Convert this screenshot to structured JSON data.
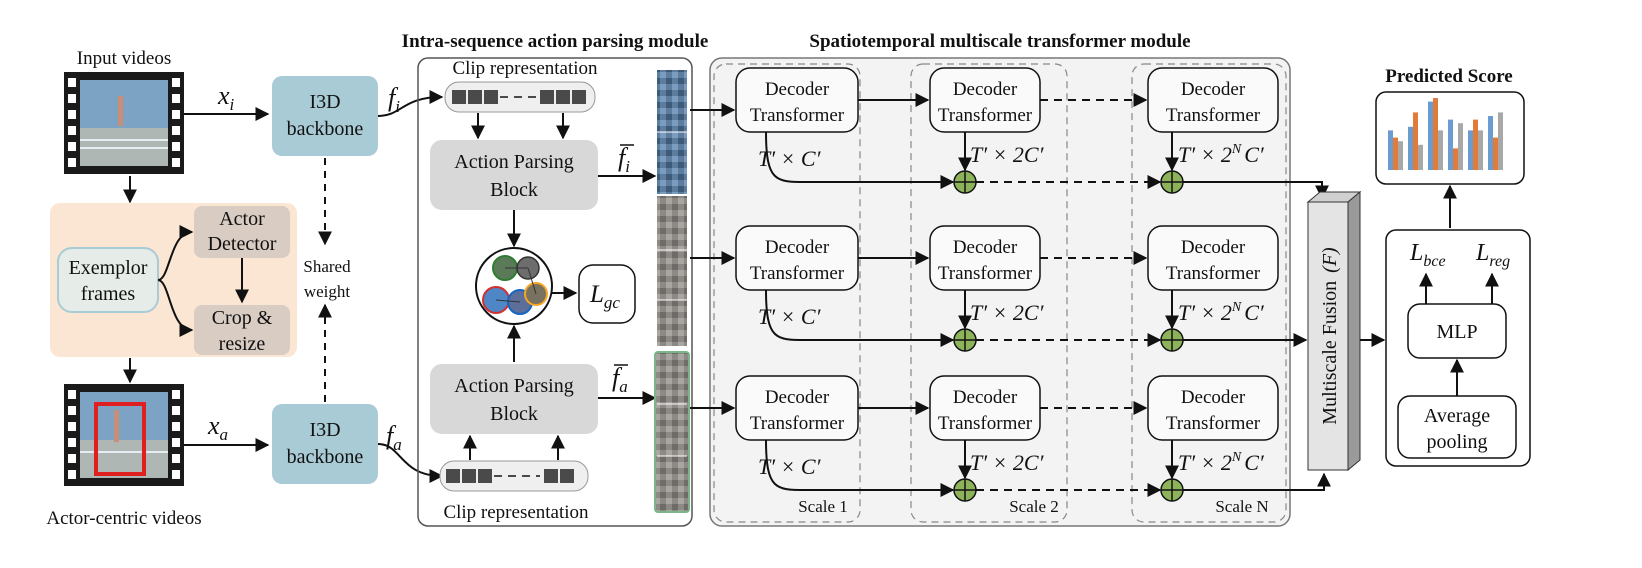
{
  "input_videos_label": "Input  videos",
  "actor_centric_label": "Actor-centric videos",
  "x_i": "x",
  "x_i_sub": "i",
  "x_a": "x",
  "x_a_sub": "a",
  "i3d_top": [
    "I3D",
    "backbone"
  ],
  "i3d_bottom": [
    "I3D",
    "backbone"
  ],
  "f_i": "f",
  "f_i_sub": "i",
  "f_a": "f",
  "f_a_sub": "a",
  "shared_weight": [
    "Shared",
    "weight"
  ],
  "exemplor_frames": [
    "Exemplor",
    "frames"
  ],
  "actor_detector": [
    "Actor",
    "Detector"
  ],
  "crop_resize": [
    "Crop &",
    "resize"
  ],
  "intra_title": "Intra-sequence action parsing module",
  "spatio_title": "Spatiotemporal multiscale transformer module",
  "clip_rep_top": "Clip representation",
  "clip_rep_bottom": "Clip representation",
  "apb_top": [
    "Action Parsing",
    "Block"
  ],
  "apb_bottom": [
    "Action Parsing",
    "Block"
  ],
  "fbar_i": "f",
  "fbar_i_sub": "i",
  "fbar_a": "f",
  "fbar_a_sub": "a",
  "l_gc": "L",
  "l_gc_sub": "gc",
  "decoder": [
    "Decoder",
    "Transformer"
  ],
  "rows": [
    {
      "dims": [
        "T′ × C′",
        "T′ × 2C′",
        "T′ × 2",
        "C′"
      ]
    },
    {
      "dims": [
        "T′ × C′",
        "T′ × 2C′",
        "T′ × 2",
        "C′"
      ]
    },
    {
      "dims": [
        "T′ × C′",
        "T′ × 2C′",
        "T′ × 2",
        "C′"
      ]
    }
  ],
  "exp_n": "N",
  "scale_labels": [
    "Scale 1",
    "Scale 2",
    "Scale N"
  ],
  "fusion_label": "Multiscale Fusion",
  "fusion_symbol": "(F)",
  "predicted_score": "Predicted Score",
  "l_bce": "L",
  "l_bce_sub": "bce",
  "l_reg": "L",
  "l_reg_sub": "reg",
  "mlp": "MLP",
  "avg_pool": [
    "Average",
    "pooling"
  ],
  "colors": {
    "backbone": "#a9cbd6",
    "detector_bg": "#fbe6d4",
    "exemplor": "#e6ece8",
    "apb": "#d8d8d8",
    "oplus": "#8cb25a",
    "bar_blue": "#6a9bd1",
    "bar_orange": "#e07b39",
    "bar_gray": "#a8a8a8"
  },
  "score_chart": {
    "groups": [
      [
        0.55,
        0.45,
        0.4
      ],
      [
        0.6,
        0.8,
        0.35
      ],
      [
        0.95,
        1.0,
        0.55
      ],
      [
        0.7,
        0.3,
        0.65
      ],
      [
        0.55,
        0.7,
        0.55
      ],
      [
        0.75,
        0.45,
        0.8
      ]
    ]
  }
}
